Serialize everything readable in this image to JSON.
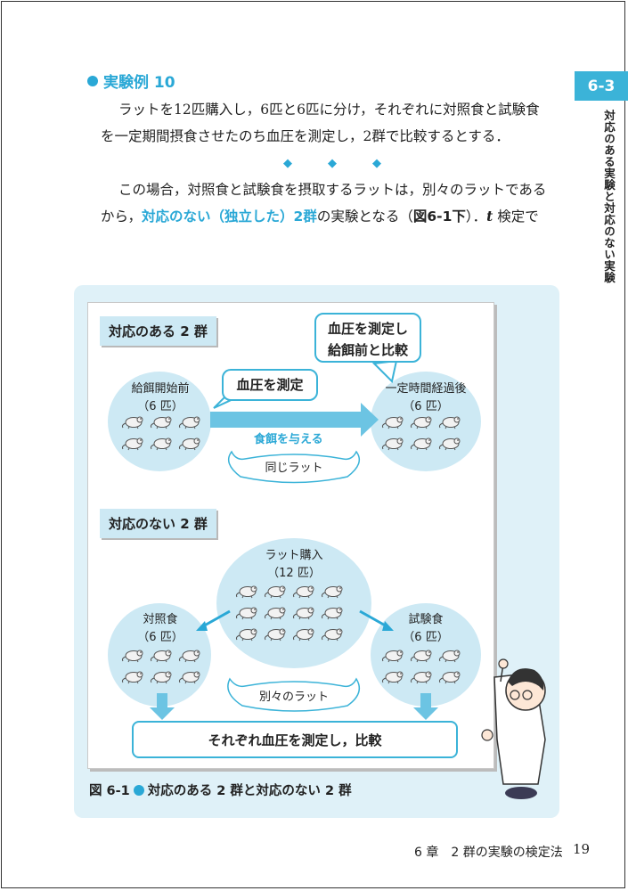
{
  "side": {
    "tab": "6-3",
    "title": "対応のある実験と対応のない実験"
  },
  "heading": "実験例 10",
  "para1": {
    "line1": "ラットを12匹購入し，6匹と6匹に分け，それぞれに対照食と試験食",
    "line2": "を一定期間摂食させたのち血圧を測定し，2群で比較するとする．"
  },
  "para2": {
    "line1": "この場合，対照食と試験食を摂取するラットは，別々のラットである",
    "line2_a": "から，",
    "line2_highlight": "対応のない（独立した）2群",
    "line2_b": "の実験となる（",
    "line2_ref": "図6-1下",
    "line2_c": "）．",
    "line2_t": "t",
    "line2_d": " 検定で"
  },
  "figure": {
    "paired": {
      "label": "対応のある 2 群",
      "left_circle": {
        "title": "給餌開始前",
        "count": "（6 匹）"
      },
      "right_circle": {
        "title": "一定時間経過後",
        "count": "（6 匹）"
      },
      "bubble_measure": "血圧を測定",
      "bubble_compare_1": "血圧を測定し",
      "bubble_compare_2": "給餌前と比較",
      "arrow_label": "食餌を与える",
      "cloud": "同じラット"
    },
    "unpaired": {
      "label": "対応のない 2 群",
      "top_circle": {
        "title": "ラット購入",
        "count": "（12 匹）"
      },
      "left_circle": {
        "title": "対照食",
        "count": "（6 匹）"
      },
      "right_circle": {
        "title": "試験食",
        "count": "（6 匹）"
      },
      "cloud": "別々のラット",
      "result": "それぞれ血圧を測定し，比較"
    },
    "caption_num": "図 6-1",
    "caption_text": "対応のある 2 群と対応のない 2 群"
  },
  "footer": {
    "chapter": "6 章　2 群の実験の検定法",
    "page": "19"
  },
  "colors": {
    "accent": "#2aa8d6",
    "circle": "#cde9f4",
    "figure_bg": "#dff1f8"
  }
}
